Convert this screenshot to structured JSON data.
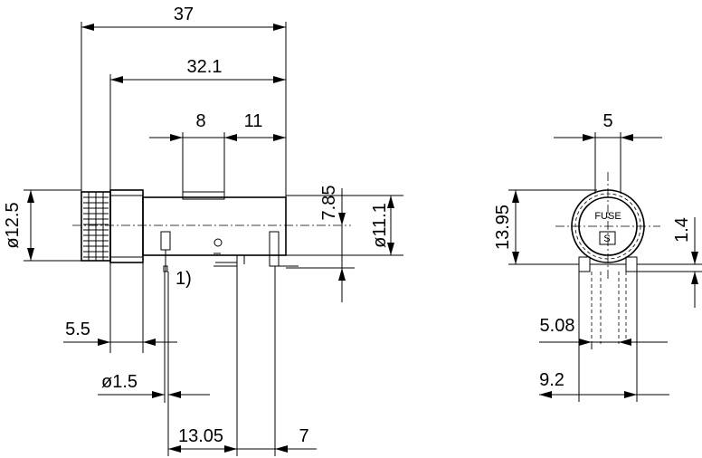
{
  "side_view": {
    "dimensions": {
      "overall_length": "37",
      "body_length": "32.1",
      "window_width": "8",
      "window_offset": "11",
      "cap_diameter": "ø12.5",
      "body_diameter": "ø11.1",
      "axis_height": "7.85",
      "cap_offset": "5.5",
      "pin_diameter": "ø1.5",
      "pin_spacing": "13.05",
      "pin_end_offset": "7"
    },
    "footnote_marker": "1)"
  },
  "end_view": {
    "dimensions": {
      "top_width": "5",
      "height": "13.95",
      "standoff": "1.4",
      "pin_pitch": "5.08",
      "pin_span": "9.2"
    },
    "cap_label": "FUSE",
    "cap_symbol": "S"
  }
}
